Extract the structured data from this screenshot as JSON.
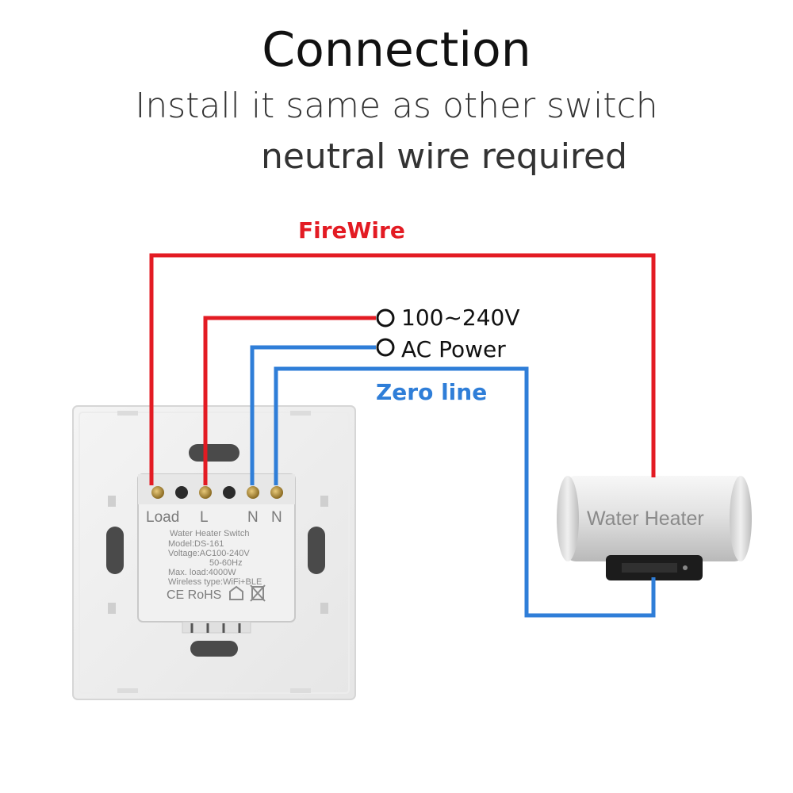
{
  "header": {
    "title": "Connection",
    "line1": "Install it same as other switch",
    "line2": "neutral wire required"
  },
  "wires": {
    "fire_label": "FireWire",
    "zero_label": "Zero line",
    "power_voltage": "100~240V",
    "power_label": "AC Power",
    "fire_color": "#e31b23",
    "zero_color": "#2f7ed8"
  },
  "switch_module": {
    "terminals": [
      "Load",
      "L",
      "N",
      "N"
    ],
    "spec_lines": [
      "Water Heater Switch",
      "Model:DS-161",
      "Voltage:AC100-240V",
      "50-60Hz",
      "Max. load:4000W",
      "Wireless type:WiFi+BLE"
    ],
    "certifications": "CE RoHS"
  },
  "heater": {
    "label": "Water Heater"
  }
}
